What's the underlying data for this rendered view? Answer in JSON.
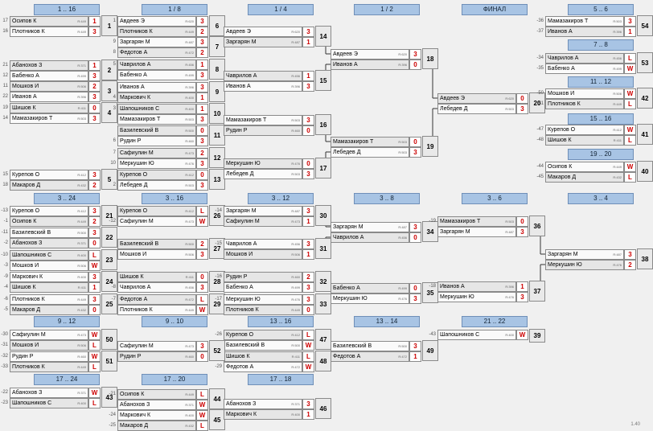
{
  "version": "1.40",
  "headers": [
    "1 .. 16",
    "1 / 8",
    "1 / 4",
    "1 / 2",
    "ФИНАЛ",
    "5 .. 6",
    "7 .. 8",
    "11 .. 12",
    "15 .. 16",
    "19 .. 20",
    "3 .. 24",
    "3 .. 16",
    "3 .. 12",
    "3 .. 8",
    "3 .. 6",
    "3 .. 4",
    "9 .. 12",
    "9 .. 10",
    "13 .. 16",
    "13 .. 14",
    "21 .. 22",
    "17 .. 24",
    "17 .. 20",
    "17 .. 18"
  ],
  "matches": [
    {
      "no": "1",
      "p": [
        {
          "seed": "17",
          "name": "Осипов К",
          "rating": "R:449",
          "score": "1"
        },
        {
          "seed": "16",
          "name": "Плотников К",
          "rating": "R:449",
          "score": "3"
        }
      ]
    },
    {
      "no": "2",
      "p": [
        {
          "seed": "21",
          "name": "Абанохов З",
          "rating": "R:371",
          "score": "1"
        },
        {
          "seed": "12",
          "name": "Бабенко А",
          "rating": "R:499",
          "score": "3"
        }
      ]
    },
    {
      "no": "3",
      "p": [
        {
          "seed": "11",
          "name": "Мошков И",
          "rating": "R:506",
          "score": "2"
        },
        {
          "seed": "22",
          "name": "Иванов А",
          "rating": "R:396",
          "score": "3"
        }
      ]
    },
    {
      "no": "4",
      "p": [
        {
          "seed": "19",
          "name": "Шишов К",
          "rating": "R:411",
          "score": "0"
        },
        {
          "seed": "14",
          "name": "Мамазакиров Т",
          "rating": "R:503",
          "score": "3"
        }
      ]
    },
    {
      "no": "5",
      "p": [
        {
          "seed": "15",
          "name": "Курепов О",
          "rating": "R:412",
          "score": "3"
        },
        {
          "seed": "18",
          "name": "Макаров Д",
          "rating": "R:432",
          "score": "2"
        }
      ]
    },
    {
      "no": "6",
      "p": [
        {
          "seed": "1",
          "name": "Авдеев Э",
          "rating": "R:620",
          "score": "3"
        },
        {
          "seed": "",
          "name": "Плотников К",
          "rating": "R:449",
          "score": "2"
        }
      ]
    },
    {
      "no": "7",
      "p": [
        {
          "seed": "9",
          "name": "Заргарян М",
          "rating": "R:487",
          "score": "3"
        },
        {
          "seed": "8",
          "name": "Федотов А",
          "rating": "R:472",
          "score": "2"
        }
      ]
    },
    {
      "no": "8",
      "p": [
        {
          "seed": "5",
          "name": "Чаврилов А",
          "rating": "R:456",
          "score": "1"
        },
        {
          "seed": "",
          "name": "Бабенко А",
          "rating": "R:499",
          "score": "3"
        }
      ]
    },
    {
      "no": "9",
      "p": [
        {
          "seed": "",
          "name": "Иванов А",
          "rating": "R:396",
          "score": "3"
        },
        {
          "seed": "4",
          "name": "Маркович К",
          "rating": "R:400",
          "score": "1"
        }
      ]
    },
    {
      "no": "10",
      "p": [
        {
          "seed": "3",
          "name": "Шапошников С",
          "rating": "R:400",
          "score": "1"
        },
        {
          "seed": "",
          "name": "Мамазакиров Т",
          "rating": "R:503",
          "score": "3"
        }
      ]
    },
    {
      "no": "11",
      "p": [
        {
          "seed": "",
          "name": "Базилевский В",
          "rating": "R:500",
          "score": "0"
        },
        {
          "seed": "6",
          "name": "Рудин Р",
          "rating": "R:460",
          "score": "3"
        }
      ]
    },
    {
      "no": "12",
      "p": [
        {
          "seed": "7",
          "name": "Сафиулин М",
          "rating": "R:473",
          "score": "2"
        },
        {
          "seed": "10",
          "name": "Меркушин Ю",
          "rating": "R:476",
          "score": "3"
        }
      ]
    },
    {
      "no": "13",
      "p": [
        {
          "seed": "",
          "name": "Курепов О",
          "rating": "R:412",
          "score": "0"
        },
        {
          "seed": "2",
          "name": "Лебедев Д",
          "rating": "R:503",
          "score": "3"
        }
      ]
    },
    {
      "no": "14",
      "p": [
        {
          "seed": "",
          "name": "Авдеев Э",
          "rating": "R:620",
          "score": "3"
        },
        {
          "seed": "",
          "name": "Заргарян М",
          "rating": "R:487",
          "score": "1"
        }
      ]
    },
    {
      "no": "15",
      "p": [
        {
          "seed": "",
          "name": "Чаврилов А",
          "rating": "R:456",
          "score": "1"
        },
        {
          "seed": "",
          "name": "Иванов А",
          "rating": "R:396",
          "score": "3"
        }
      ]
    },
    {
      "no": "16",
      "p": [
        {
          "seed": "",
          "name": "Мамазакиров Т",
          "rating": "R:503",
          "score": "3"
        },
        {
          "seed": "",
          "name": "Рудин Р",
          "rating": "R:460",
          "score": "0"
        }
      ]
    },
    {
      "no": "17",
      "p": [
        {
          "seed": "",
          "name": "Меркушин Ю",
          "rating": "R:476",
          "score": "0"
        },
        {
          "seed": "",
          "name": "Лебедев Д",
          "rating": "R:503",
          "score": "3"
        }
      ]
    },
    {
      "no": "18",
      "p": [
        {
          "seed": "",
          "name": "Авдеев Э",
          "rating": "R:620",
          "score": "3"
        },
        {
          "seed": "",
          "name": "Иванов А",
          "rating": "R:396",
          "score": "0"
        }
      ]
    },
    {
      "no": "19",
      "p": [
        {
          "seed": "",
          "name": "Мамазакиров Т",
          "rating": "R:503",
          "score": "0"
        },
        {
          "seed": "",
          "name": "Лебедев Д",
          "rating": "R:503",
          "score": "3"
        }
      ]
    },
    {
      "no": "20",
      "p": [
        {
          "seed": "",
          "name": "Авдеев Э",
          "rating": "R:620",
          "score": "0"
        },
        {
          "seed": "",
          "name": "Лебедев Д",
          "rating": "R:503",
          "score": "3"
        }
      ]
    },
    {
      "no": "21",
      "p": [
        {
          "seed": "-13",
          "name": "Курепов О",
          "rating": "R:412",
          "score": "3"
        },
        {
          "seed": "-1",
          "name": "Осипов К",
          "rating": "R:449",
          "score": "2"
        }
      ]
    },
    {
      "no": "22",
      "p": [
        {
          "seed": "-11",
          "name": "Базилевский В",
          "rating": "R:500",
          "score": "3"
        },
        {
          "seed": "-2",
          "name": "Абанохов З",
          "rating": "R:371",
          "score": "0"
        }
      ]
    },
    {
      "no": "23",
      "p": [
        {
          "seed": "-10",
          "name": "Шапошников С",
          "rating": "R:400",
          "score": "L"
        },
        {
          "seed": "-3",
          "name": "Мошков И",
          "rating": "R:506",
          "score": "W"
        }
      ]
    },
    {
      "no": "24",
      "p": [
        {
          "seed": "-9",
          "name": "Маркович К",
          "rating": "R:400",
          "score": "3"
        },
        {
          "seed": "-4",
          "name": "Шишов К",
          "rating": "R:411",
          "score": "1"
        }
      ]
    },
    {
      "no": "25",
      "p": [
        {
          "seed": "-6",
          "name": "Плотников К",
          "rating": "R:449",
          "score": "3"
        },
        {
          "seed": "-5",
          "name": "Макаров Д",
          "rating": "R:432",
          "score": "0"
        }
      ]
    },
    {
      "no": "26",
      "p": [
        {
          "seed": "",
          "name": "Курепов О",
          "rating": "R:412",
          "score": "L"
        },
        {
          "seed": "-12",
          "name": "Сафиулин М",
          "rating": "R:473",
          "score": "W"
        }
      ]
    },
    {
      "no": "27",
      "p": [
        {
          "seed": "",
          "name": "Базилевский В",
          "rating": "R:500",
          "score": "2"
        },
        {
          "seed": "",
          "name": "Мошков И",
          "rating": "R:506",
          "score": "3"
        }
      ]
    },
    {
      "no": "28",
      "p": [
        {
          "seed": "",
          "name": "Шишов К",
          "rating": "R:411",
          "score": "0"
        },
        {
          "seed": "-8",
          "name": "Чаврилов А",
          "rating": "R:456",
          "score": "3"
        }
      ]
    },
    {
      "no": "29",
      "p": [
        {
          "seed": "-7",
          "name": "Федотов А",
          "rating": "R:472",
          "score": "L"
        },
        {
          "seed": "",
          "name": "Плотников К",
          "rating": "R:449",
          "score": "W"
        }
      ]
    },
    {
      "no": "30",
      "p": [
        {
          "seed": "-14",
          "name": "Заргарян М",
          "rating": "R:487",
          "score": "3"
        },
        {
          "seed": "",
          "name": "Сафиулин М",
          "rating": "R:473",
          "score": "1"
        }
      ]
    },
    {
      "no": "31",
      "p": [
        {
          "seed": "-15",
          "name": "Чаврилов А",
          "rating": "R:456",
          "score": "3"
        },
        {
          "seed": "",
          "name": "Мошков И",
          "rating": "R:506",
          "score": "1"
        }
      ]
    },
    {
      "no": "32",
      "p": [
        {
          "seed": "-16",
          "name": "Рудин Р",
          "rating": "R:460",
          "score": "2"
        },
        {
          "seed": "",
          "name": "Бабенко А",
          "rating": "R:499",
          "score": "3"
        }
      ]
    },
    {
      "no": "33",
      "p": [
        {
          "seed": "-17",
          "name": "Меркушин Ю",
          "rating": "R:476",
          "score": "3"
        },
        {
          "seed": "",
          "name": "Плотников К",
          "rating": "R:449",
          "score": "0"
        }
      ]
    },
    {
      "no": "34",
      "p": [
        {
          "seed": "",
          "name": "Заргарян М",
          "rating": "R:487",
          "score": "3"
        },
        {
          "seed": "",
          "name": "Чаврилов А",
          "rating": "R:456",
          "score": "0"
        }
      ]
    },
    {
      "no": "35",
      "p": [
        {
          "seed": "",
          "name": "Бабенко А",
          "rating": "R:499",
          "score": "0"
        },
        {
          "seed": "",
          "name": "Меркушин Ю",
          "rating": "R:476",
          "score": "3"
        }
      ]
    },
    {
      "no": "36",
      "p": [
        {
          "seed": "-19",
          "name": "Мамазакиров Т",
          "rating": "R:503",
          "score": "0"
        },
        {
          "seed": "",
          "name": "Заргарян М",
          "rating": "R:487",
          "score": "3"
        }
      ]
    },
    {
      "no": "37",
      "p": [
        {
          "seed": "-18",
          "name": "Иванов А",
          "rating": "R:396",
          "score": "1"
        },
        {
          "seed": "",
          "name": "Меркушин Ю",
          "rating": "R:476",
          "score": "3"
        }
      ]
    },
    {
      "no": "38",
      "p": [
        {
          "seed": "",
          "name": "Заргарян М",
          "rating": "R:487",
          "score": "3"
        },
        {
          "seed": "",
          "name": "Меркушин Ю",
          "rating": "R:476",
          "score": "2"
        }
      ]
    },
    {
      "no": "39",
      "p": [
        {
          "seed": "-43",
          "name": "Шапошников С",
          "rating": "R:400",
          "score": "W"
        }
      ]
    },
    {
      "no": "40",
      "p": [
        {
          "seed": "-44",
          "name": "Осипов К",
          "rating": "R:449",
          "score": "W"
        },
        {
          "seed": "-45",
          "name": "Макаров Д",
          "rating": "R:432",
          "score": "L"
        }
      ]
    },
    {
      "no": "41",
      "p": [
        {
          "seed": "-47",
          "name": "Курепов О",
          "rating": "R:412",
          "score": "W"
        },
        {
          "seed": "-48",
          "name": "Шишов К",
          "rating": "R:411",
          "score": "L"
        }
      ]
    },
    {
      "no": "42",
      "p": [
        {
          "seed": "-50",
          "name": "Мошков И",
          "rating": "R:506",
          "score": "W"
        },
        {
          "seed": "-51",
          "name": "Плотников К",
          "rating": "R:449",
          "score": "L"
        }
      ]
    },
    {
      "no": "43",
      "p": [
        {
          "seed": "-22",
          "name": "Абанохов З",
          "rating": "R:371",
          "score": "W"
        },
        {
          "seed": "-23",
          "name": "Шапошников С",
          "rating": "R:400",
          "score": "L"
        }
      ]
    },
    {
      "no": "44",
      "p": [
        {
          "seed": "-21",
          "name": "Осипов К",
          "rating": "R:449",
          "score": "L"
        },
        {
          "seed": "",
          "name": "Абанохов З",
          "rating": "R:371",
          "score": "W"
        }
      ]
    },
    {
      "no": "45",
      "p": [
        {
          "seed": "-24",
          "name": "Маркович К",
          "rating": "R:400",
          "score": "W"
        },
        {
          "seed": "-25",
          "name": "Макаров Д",
          "rating": "R:432",
          "score": "L"
        }
      ]
    },
    {
      "no": "46",
      "p": [
        {
          "seed": "",
          "name": "Абанохов З",
          "rating": "R:371",
          "score": "3"
        },
        {
          "seed": "",
          "name": "Маркович К",
          "rating": "R:400",
          "score": "1"
        }
      ]
    },
    {
      "no": "47",
      "p": [
        {
          "seed": "-26",
          "name": "Курепов О",
          "rating": "R:412",
          "score": "L"
        },
        {
          "seed": "-27",
          "name": "Базилевский В",
          "rating": "R:500",
          "score": "W"
        }
      ]
    },
    {
      "no": "48",
      "p": [
        {
          "seed": "-28",
          "name": "Шишов К",
          "rating": "R:411",
          "score": "L"
        },
        {
          "seed": "-29",
          "name": "Федотов А",
          "rating": "R:472",
          "score": "W"
        }
      ]
    },
    {
      "no": "49",
      "p": [
        {
          "seed": "",
          "name": "Базилевский В",
          "rating": "R:500",
          "score": "3"
        },
        {
          "seed": "",
          "name": "Федотов А",
          "rating": "R:472",
          "score": "1"
        }
      ]
    },
    {
      "no": "50",
      "p": [
        {
          "seed": "-30",
          "name": "Сафиулин М",
          "rating": "R:473",
          "score": "W"
        },
        {
          "seed": "-31",
          "name": "Мошков И",
          "rating": "R:506",
          "score": "L"
        }
      ]
    },
    {
      "no": "51",
      "p": [
        {
          "seed": "-32",
          "name": "Рудин Р",
          "rating": "R:460",
          "score": "W"
        },
        {
          "seed": "-33",
          "name": "Плотников К",
          "rating": "R:449",
          "score": "L"
        }
      ]
    },
    {
      "no": "52",
      "p": [
        {
          "seed": "",
          "name": "Сафиулин М",
          "rating": "R:473",
          "score": "3"
        },
        {
          "seed": "",
          "name": "Рудин Р",
          "rating": "R:460",
          "score": "0"
        }
      ]
    },
    {
      "no": "53",
      "p": [
        {
          "seed": "-34",
          "name": "Чаврилов А",
          "rating": "R:456",
          "score": "L"
        },
        {
          "seed": "-35",
          "name": "Бабенко А",
          "rating": "R:499",
          "score": "W"
        }
      ]
    },
    {
      "no": "54",
      "p": [
        {
          "seed": "-36",
          "name": "Мамазакиров Т",
          "rating": "R:503",
          "score": "3"
        },
        {
          "seed": "-37",
          "name": "Иванов А",
          "rating": "R:396",
          "score": "1"
        }
      ]
    }
  ]
}
